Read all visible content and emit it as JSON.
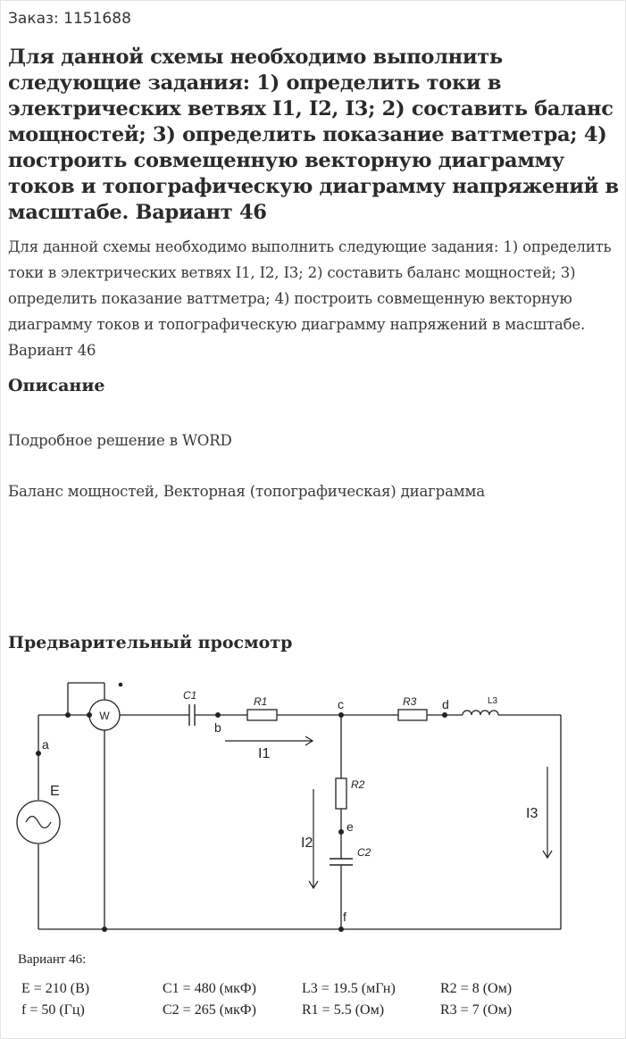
{
  "order_label": "Заказ: 1151688",
  "title": "Для данной схемы необходимо выполнить следующие задания: 1) определить токи в электрических ветвях I1, I2, I3; 2) составить баланс мощностей; 3) определить показание ваттметра; 4) построить совмещенную векторную диаграмму токов и топографическую диаграмму напряжений в масштабе. Вариант 46",
  "lead": "Для данной схемы необходимо выполнить следующие задания: 1) определить токи в электрических ветвях I1, I2, I3; 2) составить баланс мощностей; 3) определить показание ваттметра; 4) построить совмещенную векторную диаграмму токов и топографическую диаграмму напряжений в масштабе. Вариант 46",
  "description_heading": "Описание",
  "description_p1": "Подробное решение в WORD",
  "description_p2": "Баланс мощностей, Векторная (топографическая) диаграмма",
  "preview_heading": "Предварительный просмотр",
  "circuit": {
    "wattmeter": "W",
    "source": "E",
    "nodes": {
      "a": "a",
      "b": "b",
      "c": "c",
      "d": "d",
      "e": "e",
      "f": "f"
    },
    "components": {
      "c1": "C1",
      "r1": "R1",
      "r3": "R3",
      "l3": "L3",
      "r2": "R2",
      "c2": "C2"
    },
    "currents": {
      "i1": "I1",
      "i2": "I2",
      "i3": "I3"
    }
  },
  "variant": {
    "title": "Вариант 46:",
    "row1": [
      "E = 210 (B)",
      "C1 = 480 (мкФ)",
      "L3 = 19.5 (мГн)",
      "R2 = 8 (Ом)"
    ],
    "row2": [
      "f = 50 (Гц)",
      "C2 = 265 (мкФ)",
      "R1 = 5.5 (Ом)",
      "R3 = 7 (Ом)"
    ]
  }
}
